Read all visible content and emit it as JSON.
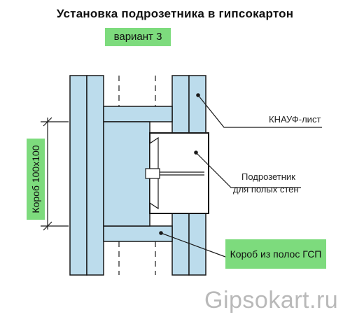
{
  "title": "Установка подрозетника в гипсокартон",
  "variant_label": "вариант 3",
  "dimension_label": "Короб 100х100",
  "callouts": {
    "knauf": "КНАУФ-лист",
    "socket_box_line1": "Подрозетник",
    "socket_box_line2": "для полых стен",
    "gsp_box": "Короб из полос ГСП"
  },
  "watermark": "Gipsokart.ru",
  "colors": {
    "board": "#bcdcec",
    "highlight": "#7ddb7d",
    "line": "#1a1a1a"
  },
  "icons": [
    "socket-box-icon"
  ]
}
